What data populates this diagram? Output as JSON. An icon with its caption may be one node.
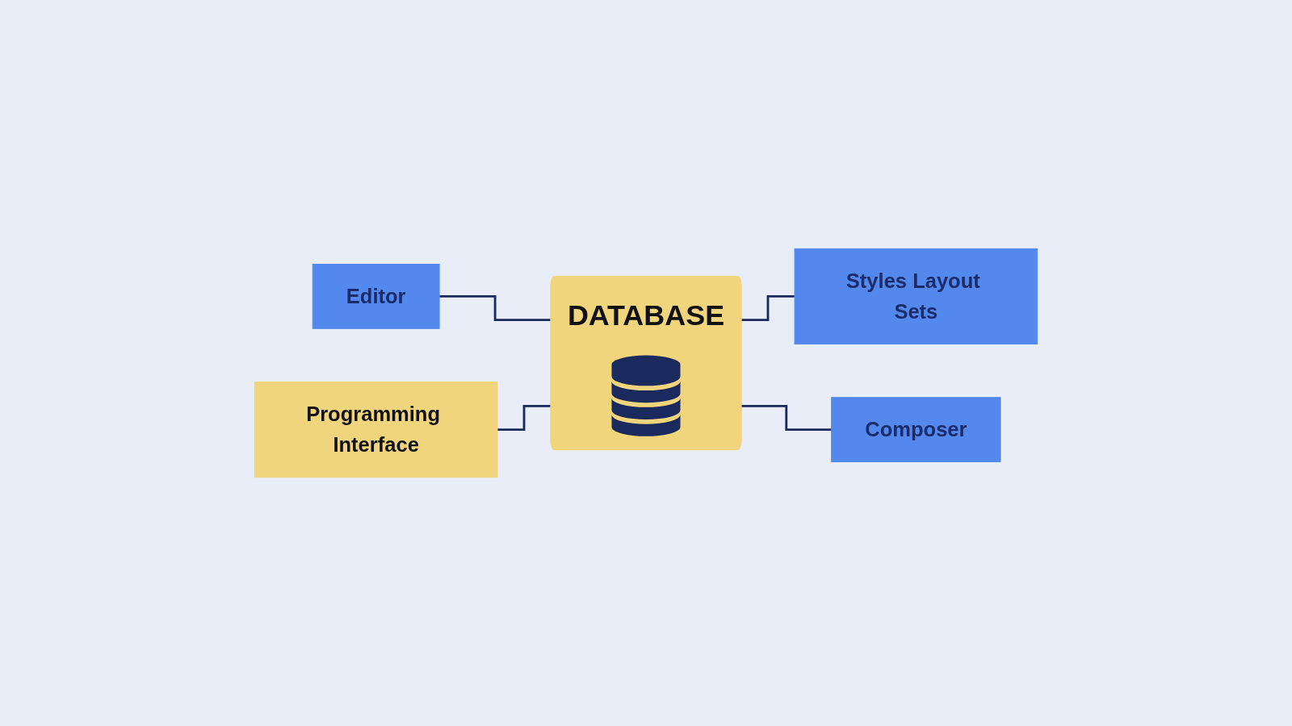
{
  "diagram": {
    "nodes": [
      {
        "text": [
          "Editor"
        ]
      },
      {
        "text": [
          "DATABASE"
        ]
      },
      {
        "text": [
          "Styles Layout Sets"
        ]
      },
      {
        "text": [
          "Programming Interface"
        ]
      },
      {
        "text": [
          "Composer"
        ]
      }
    ],
    "edges": [
      {
        "from": 0,
        "to": 1,
        "arrow": "none"
      },
      {
        "from": 1,
        "to": 2,
        "arrow": "none"
      },
      {
        "from": 3,
        "to": 1,
        "arrow": "none"
      },
      {
        "from": 1,
        "to": 4,
        "arrow": "none"
      }
    ]
  }
}
